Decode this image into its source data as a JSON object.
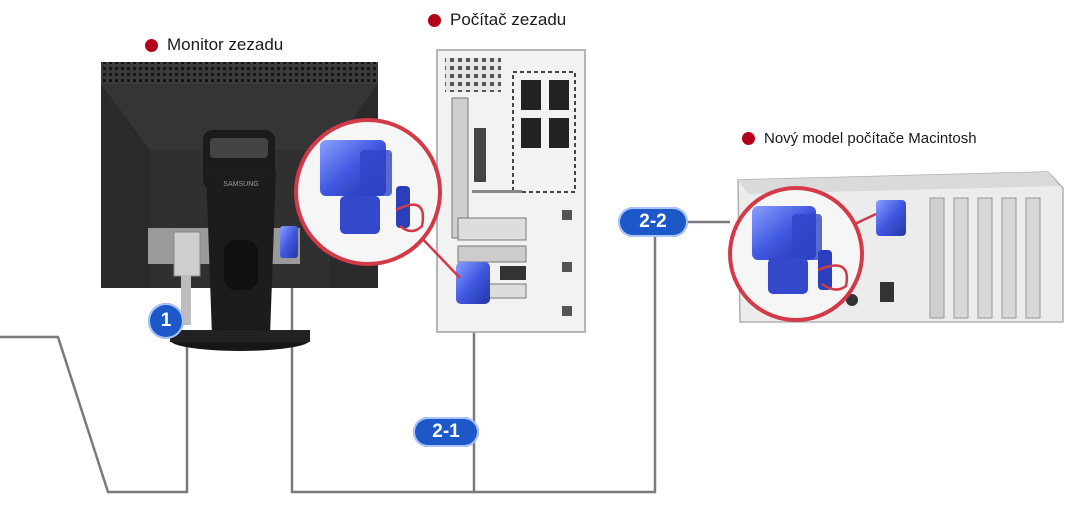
{
  "labels": {
    "monitor_back": "Monitor zezadu",
    "pc_back": "Počítač zezadu",
    "mac": "Nový model počítače Macintosh"
  },
  "badges": {
    "power": "1",
    "pc_cable": "2-1",
    "mac_cable": "2-2"
  },
  "monitor_brand": "SAMSUNG",
  "colors": {
    "bullet": "#b3001b",
    "badge": "#1c58c8",
    "connector": "#3f57e0",
    "zoom_ring": "#d23a4a",
    "cable": "#7a7a7a"
  }
}
